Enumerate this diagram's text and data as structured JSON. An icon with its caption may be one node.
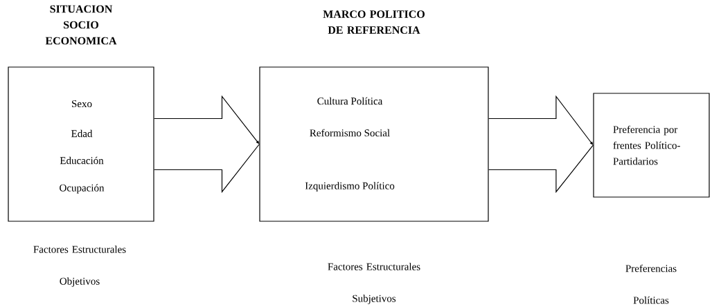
{
  "diagram": {
    "nodes": [
      {
        "text": [
          "SITUACION SOCIO ECONOMICA",
          "Sexo",
          "Edad",
          "Educación",
          "Ocupación"
        ]
      },
      {
        "text": [
          "MARCO POLITICO DE REFERENCIA",
          "Cultura Política",
          "Reformismo Social",
          "Izquierdismo Político"
        ]
      },
      {
        "text": [
          "Preferencia por frentes Político-Partidarios"
        ]
      }
    ],
    "labels": [
      "Factores Estructurales Objetivos",
      "Factores Estructurales Subjetivos",
      "Preferencias Políticas"
    ],
    "edges": [
      {
        "from": 0,
        "to": 1,
        "arrow": "to"
      },
      {
        "from": 1,
        "to": 2,
        "arrow": "to"
      }
    ]
  }
}
